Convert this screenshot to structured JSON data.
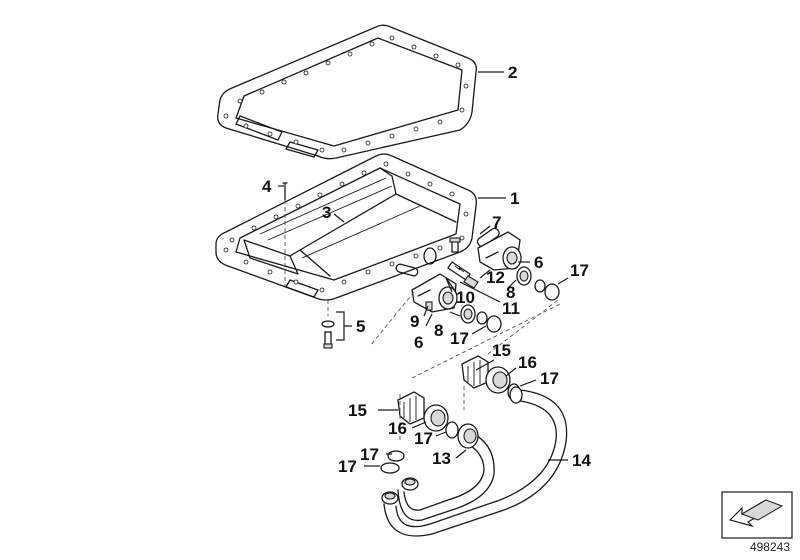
{
  "callouts": {
    "c1": "1",
    "c2": "2",
    "c3": "3",
    "c4": "4",
    "c5": "5",
    "c6a": "6",
    "c6b": "6",
    "c7": "7",
    "c8a": "8",
    "c8b": "8",
    "c9": "9",
    "c10": "10",
    "c11": "11",
    "c12": "12",
    "c13": "13",
    "c14": "14",
    "c15a": "15",
    "c15b": "15",
    "c16a": "16",
    "c16b": "16",
    "c17a": "17",
    "c17b": "17",
    "c17c": "17",
    "c17d": "17",
    "c17e": "17",
    "c17f": "17"
  },
  "reference_number": "498243",
  "icons": {
    "corner": "view-direction-arrow-icon"
  }
}
